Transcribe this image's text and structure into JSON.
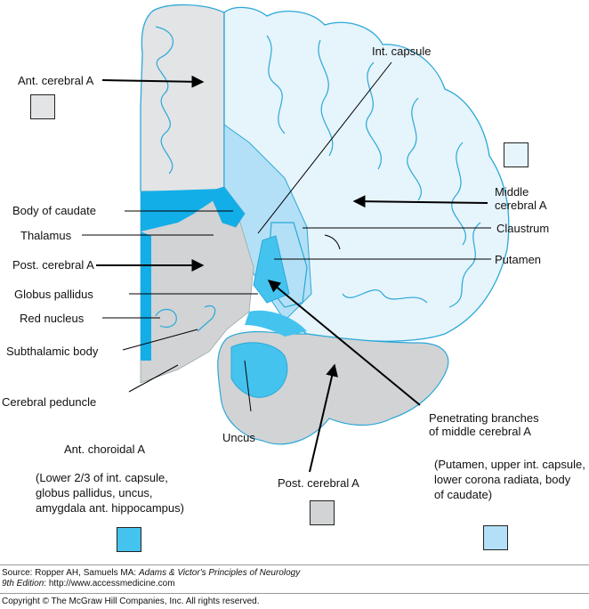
{
  "labels": {
    "ant_cerebral": "Ant. cerebral A",
    "int_capsule": "Int. capsule",
    "middle_cerebral": "Middle\ncerebral A",
    "claustrum": "Claustrum",
    "putamen": "Putamen",
    "body_of_caudate": "Body of caudate",
    "thalamus": "Thalamus",
    "post_cerebral": "Post. cerebral A",
    "globus_pallidus": "Globus pallidus",
    "red_nucleus": "Red nucleus",
    "subthalamic_body": "Subthalamic body",
    "cerebral_peduncle": "Cerebral peduncle",
    "uncus": "Uncus",
    "penetrating_branches": "Penetrating branches\nof middle cerebral A",
    "ant_choroidal": "Ant. choroidal A",
    "post_cerebral_bottom": "Post. cerebral A"
  },
  "notes": {
    "ant_choroidal": "(Lower 2/3 of int. capsule,\nglobus pallidus, uncus,\namygdala ant. hippocampus)",
    "penetrating": "(Putamen, upper int. capsule,\nlower corona radiata, body\nof caudate)"
  },
  "footer": {
    "source_prefix": "Source: Ropper AH, Samuels MA: ",
    "source_title": "Adams & Victor's Principles of Neurology",
    "edition": "9th Edition",
    "url": ": http://www.accessmedicine.com",
    "copyright": "Copyright © The McGraw Hill Companies, Inc. All rights reserved."
  },
  "colors": {
    "gray": "#d1d3d4",
    "pale_blue": "#e6f4fb",
    "light_blue": "#b3e0f6",
    "medium_blue": "#45c3ef",
    "bright_blue": "#12aee8",
    "outline": "#2aa8d8",
    "swatch_gray": "#d1d3d4"
  }
}
